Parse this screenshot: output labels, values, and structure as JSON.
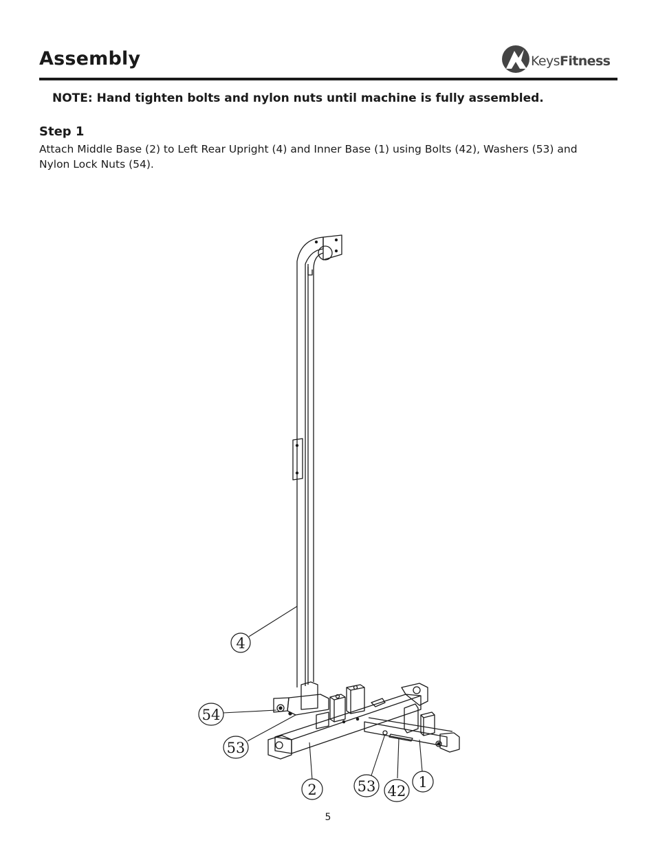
{
  "header": {
    "title": "Assembly",
    "logo_keys": "Keys",
    "logo_fitness": "Fitness"
  },
  "note": "NOTE:  Hand tighten bolts and nylon nuts until machine is fully assembled.",
  "step": {
    "title": "Step 1",
    "text": "Attach Middle Base (2) to Left Rear Upright (4) and Inner Base (1) using Bolts (42), Washers (53) and Nylon Lock Nuts (54)."
  },
  "callouts": {
    "c4": "4",
    "c54": "54",
    "c53a": "53",
    "c2": "2",
    "c53b": "53",
    "c42": "42",
    "c1": "1"
  },
  "page_number": "5"
}
